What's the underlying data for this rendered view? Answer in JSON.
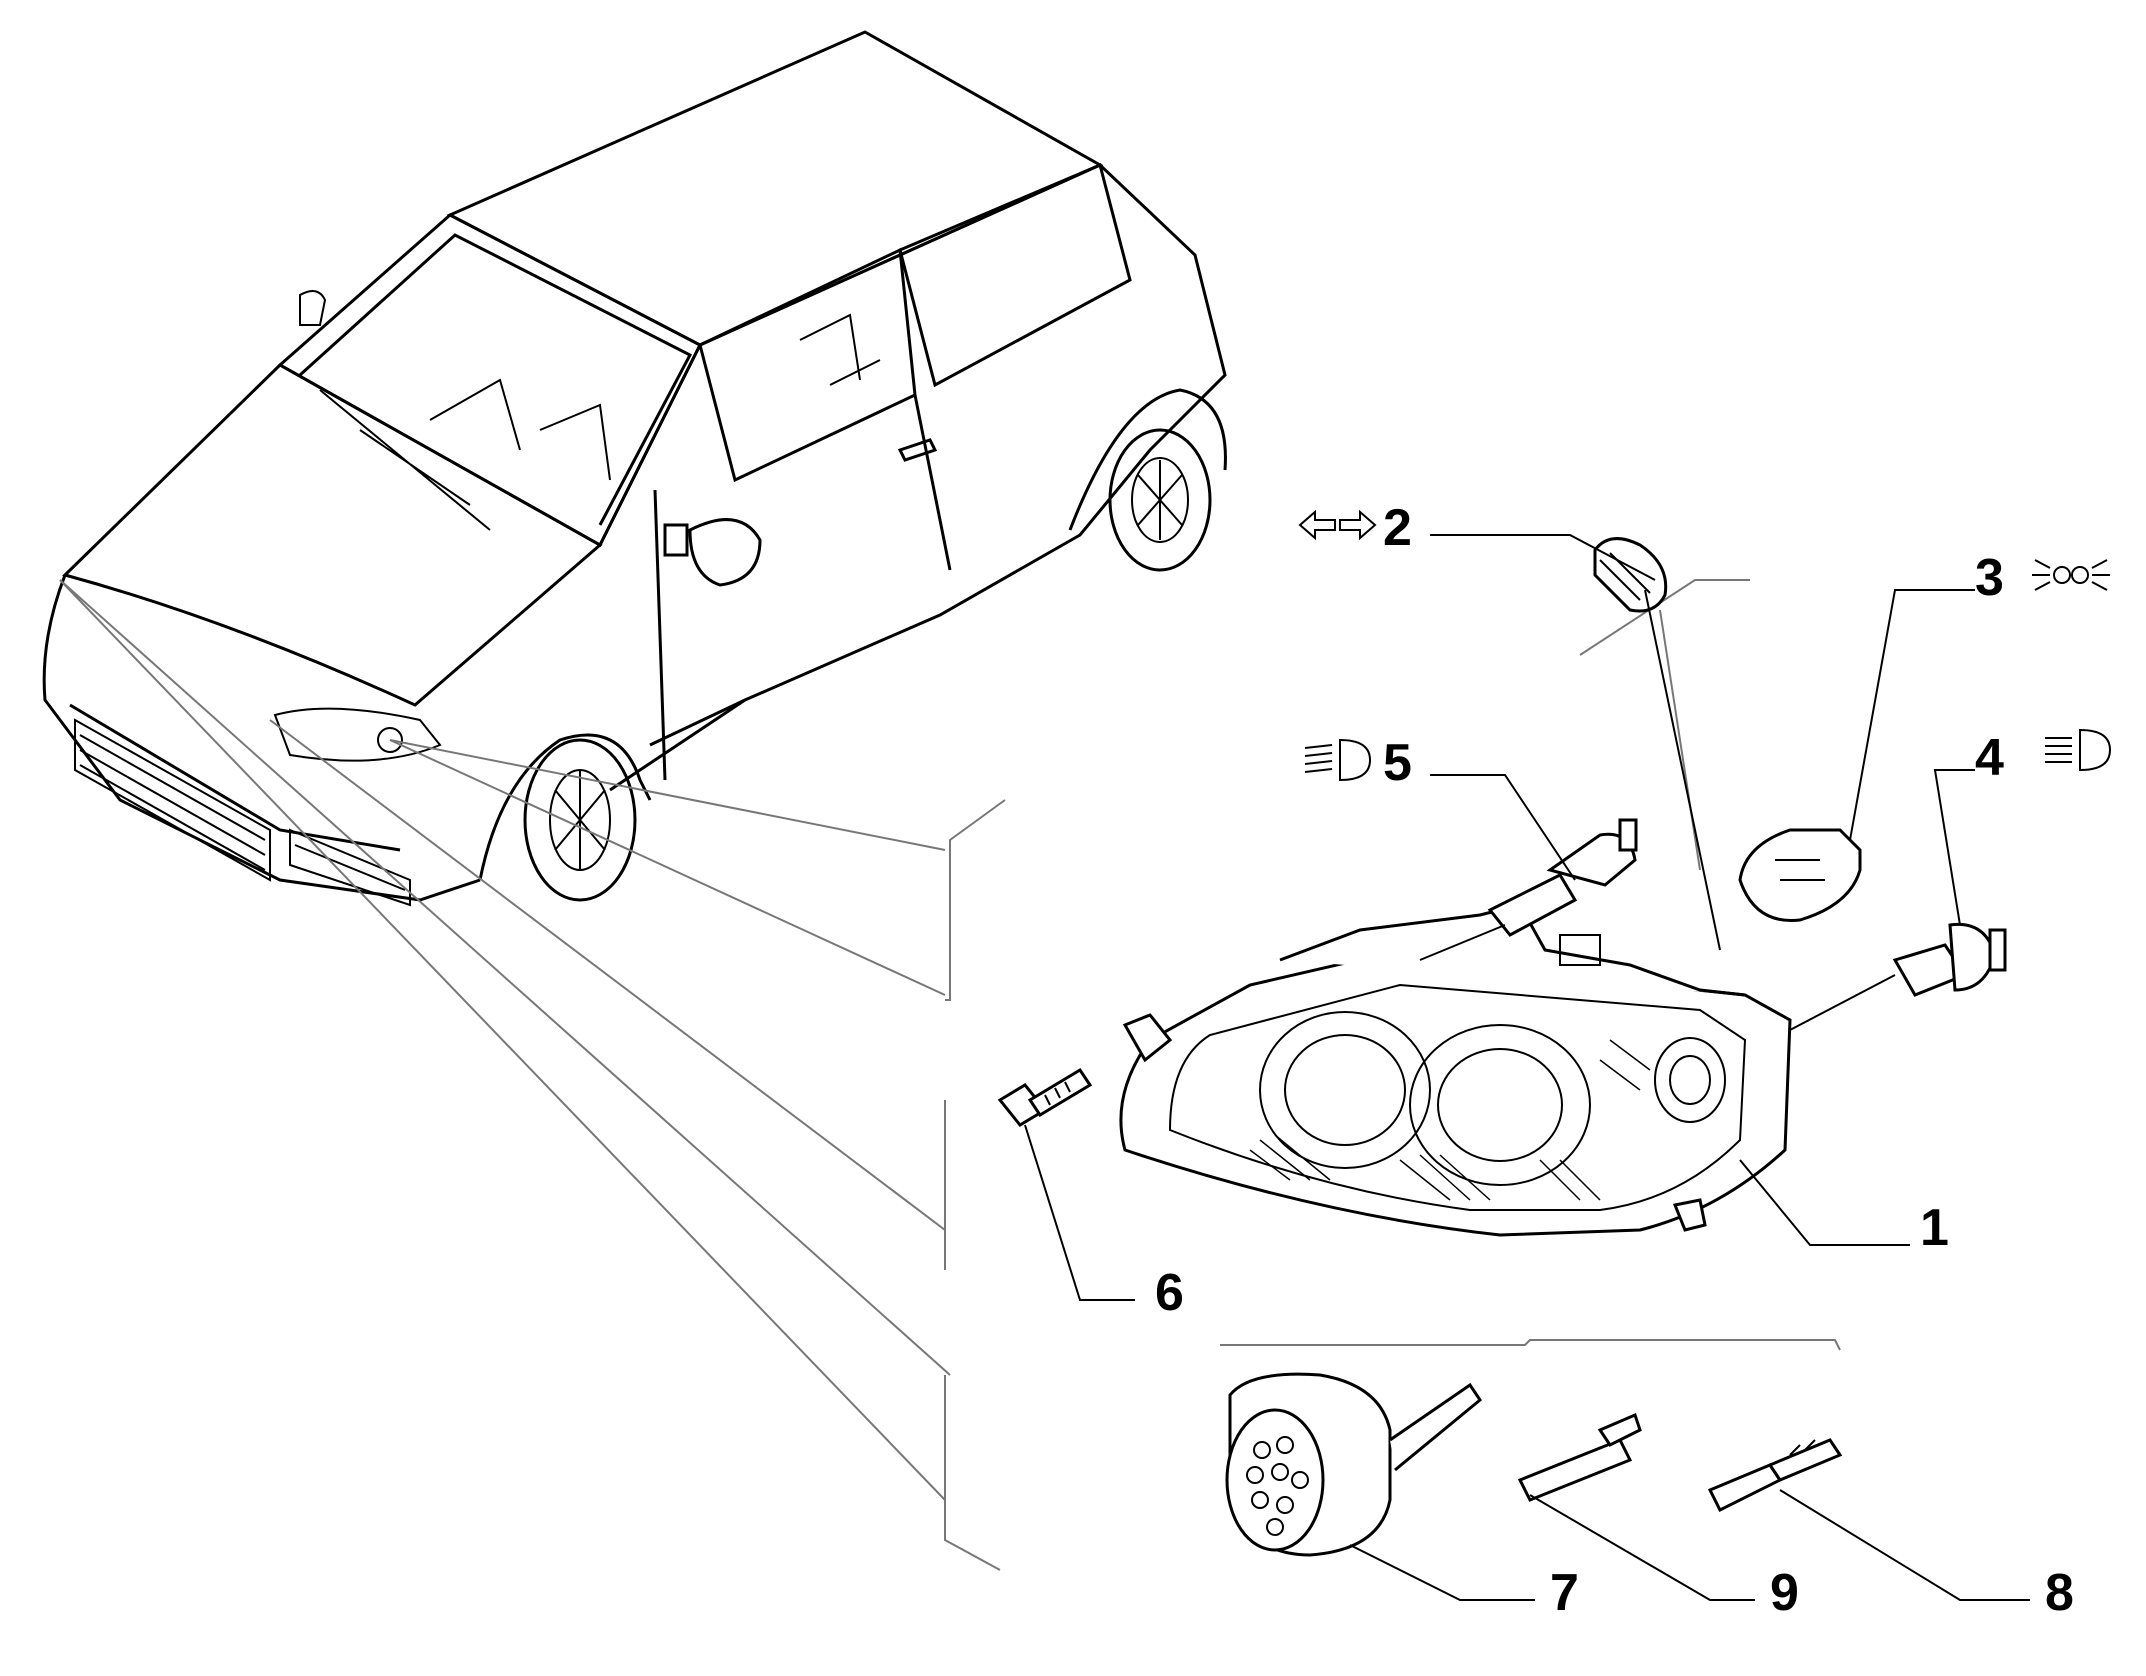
{
  "callouts": [
    {
      "id": "1",
      "label": "1"
    },
    {
      "id": "2",
      "label": "2"
    },
    {
      "id": "3",
      "label": "3"
    },
    {
      "id": "4",
      "label": "4"
    },
    {
      "id": "5",
      "label": "5"
    },
    {
      "id": "6",
      "label": "6"
    },
    {
      "id": "7",
      "label": "7"
    },
    {
      "id": "8",
      "label": "8"
    },
    {
      "id": "9",
      "label": "9"
    }
  ],
  "symbols": {
    "turn_signal": "turn-signal-arrows-icon",
    "position_light": "position-light-icon",
    "high_beam": "high-beam-icon",
    "low_beam": "low-beam-icon"
  }
}
